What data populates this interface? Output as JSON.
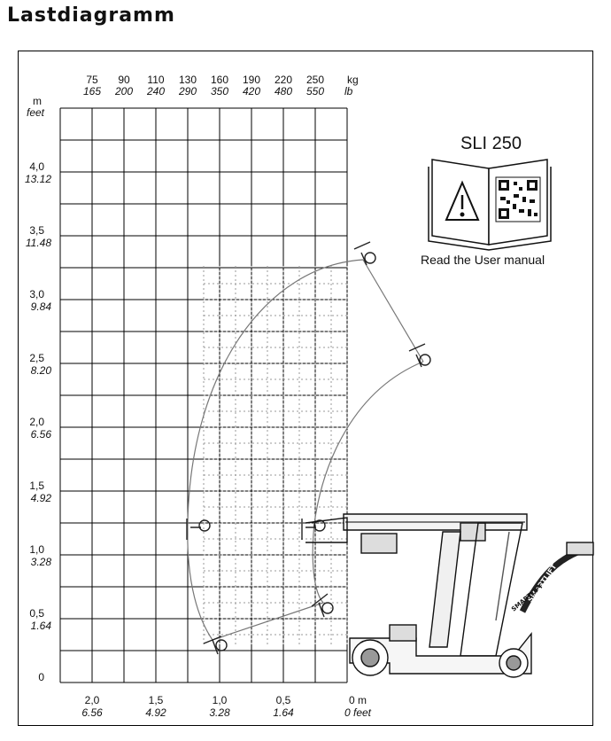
{
  "title": "Lastdiagramm",
  "axes": {
    "top_unit_kg": "kg",
    "top_unit_lb": "lb",
    "left_unit_m": "m",
    "left_unit_ft": "feet",
    "load_kg": [
      "75",
      "90",
      "110",
      "130",
      "160",
      "190",
      "220",
      "250"
    ],
    "load_lb": [
      "165",
      "200",
      "240",
      "290",
      "350",
      "420",
      "480",
      "550"
    ],
    "height_m": [
      "4,0",
      "3,5",
      "3,0",
      "2,5",
      "2,0",
      "1,5",
      "1,0",
      "0,5",
      "0"
    ],
    "height_ft": [
      "13.12",
      "11.48",
      "9.84",
      "8.20",
      "6.56",
      "4.92",
      "3.28",
      "1.64"
    ],
    "reach_m": [
      "2,0",
      "1,5",
      "1,0",
      "0,5",
      "0 m"
    ],
    "reach_ft": [
      "6.56",
      "4.92",
      "3.28",
      "1.64",
      "0 feet"
    ]
  },
  "manual_box": {
    "model": "SLI 250",
    "caption": "Read the User manual",
    "icons": [
      "warning-icon",
      "qr-code-icon"
    ]
  },
  "machine": {
    "label": "SMARTLIFT",
    "label2": "SMARTLIFT"
  }
}
